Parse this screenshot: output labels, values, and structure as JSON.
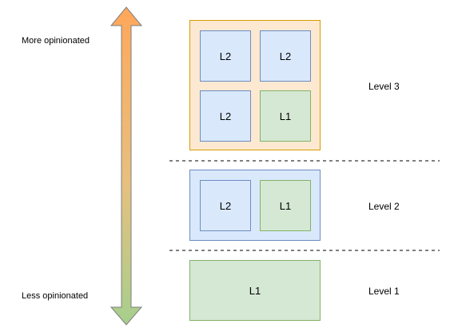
{
  "axis": {
    "top_label": "More opinionated",
    "bottom_label": "Less opinionated",
    "gradient_top_color": "#ffa75a",
    "gradient_bottom_color": "#a6cf8d"
  },
  "levels": {
    "level3": {
      "label": "Level 3",
      "cells": [
        "L2",
        "L2",
        "L2",
        "L1"
      ]
    },
    "level2": {
      "label": "Level 2",
      "cells": [
        "L2",
        "L1"
      ]
    },
    "level1": {
      "label": "Level 1",
      "cell": "L1"
    }
  },
  "colors": {
    "orange_fill": "#fde9d1",
    "orange_border": "#d79b00",
    "blue_fill": "#dae8fc",
    "blue_border": "#6c8ebf",
    "green_fill": "#d5e8d4",
    "green_border": "#82b366"
  }
}
